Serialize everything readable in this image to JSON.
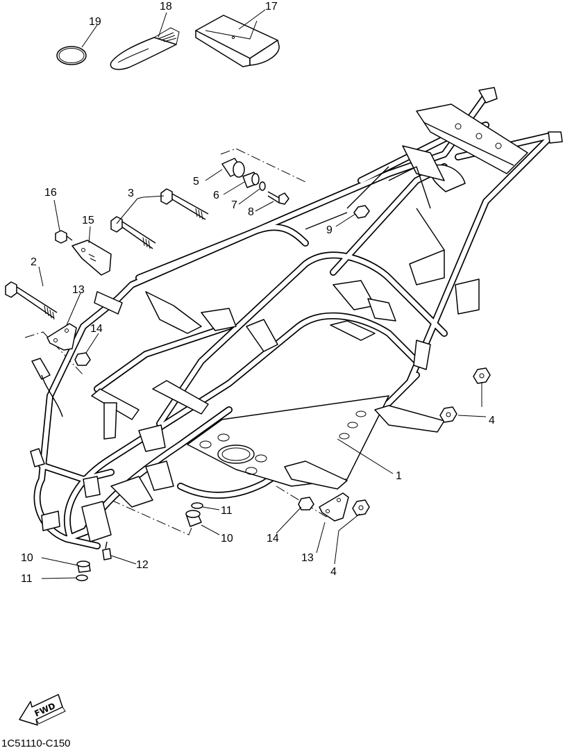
{
  "callouts": [
    "1",
    "2",
    "3",
    "4",
    "5",
    "6",
    "7",
    "8",
    "9",
    "10",
    "11",
    "12",
    "13",
    "14",
    "15",
    "16",
    "17",
    "18",
    "19"
  ],
  "drawing_code": "1C51110-C150",
  "fwd_label": "FWD"
}
